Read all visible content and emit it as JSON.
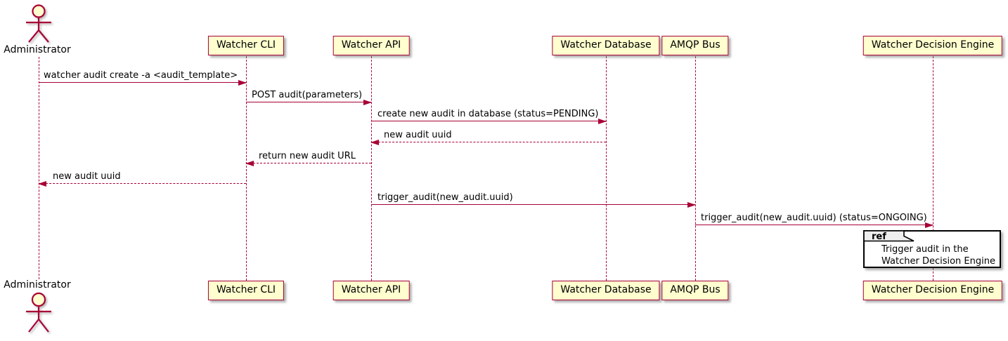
{
  "diagram_type": "uml-sequence-diagram",
  "actor": {
    "name": "Administrator"
  },
  "participants": [
    {
      "label": "Watcher CLI"
    },
    {
      "label": "Watcher API"
    },
    {
      "label": "Watcher Database"
    },
    {
      "label": "AMQP Bus"
    },
    {
      "label": "Watcher Decision Engine"
    }
  ],
  "messages": [
    {
      "text": "watcher audit create -a <audit_template>",
      "from": "Administrator",
      "to": "Watcher CLI",
      "line": "solid"
    },
    {
      "text": "POST audit(parameters)",
      "from": "Watcher CLI",
      "to": "Watcher API",
      "line": "solid"
    },
    {
      "text": "create new audit in database (status=PENDING)",
      "from": "Watcher API",
      "to": "Watcher Database",
      "line": "solid"
    },
    {
      "text": "new audit uuid",
      "from": "Watcher Database",
      "to": "Watcher API",
      "line": "dashed"
    },
    {
      "text": "return new audit URL",
      "from": "Watcher API",
      "to": "Watcher CLI",
      "line": "dashed"
    },
    {
      "text": "new audit uuid",
      "from": "Watcher CLI",
      "to": "Administrator",
      "line": "dashed"
    },
    {
      "text": "trigger_audit(new_audit.uuid)",
      "from": "Watcher API",
      "to": "AMQP Bus",
      "line": "solid"
    },
    {
      "text": "trigger_audit(new_audit.uuid) (status=ONGOING)",
      "from": "AMQP Bus",
      "to": "Watcher Decision Engine",
      "line": "solid"
    }
  ],
  "ref": {
    "keyword": "ref",
    "line1": "Trigger audit in the",
    "line2": "Watcher Decision Engine",
    "over": "Watcher Decision Engine"
  },
  "colors": {
    "participant_fill": "#FEFECE",
    "participant_border": "#A80036",
    "arrow": "#A80036",
    "text": "#000000",
    "ref_border": "#000000",
    "ref_tab_fill": "#EEEEEE"
  }
}
